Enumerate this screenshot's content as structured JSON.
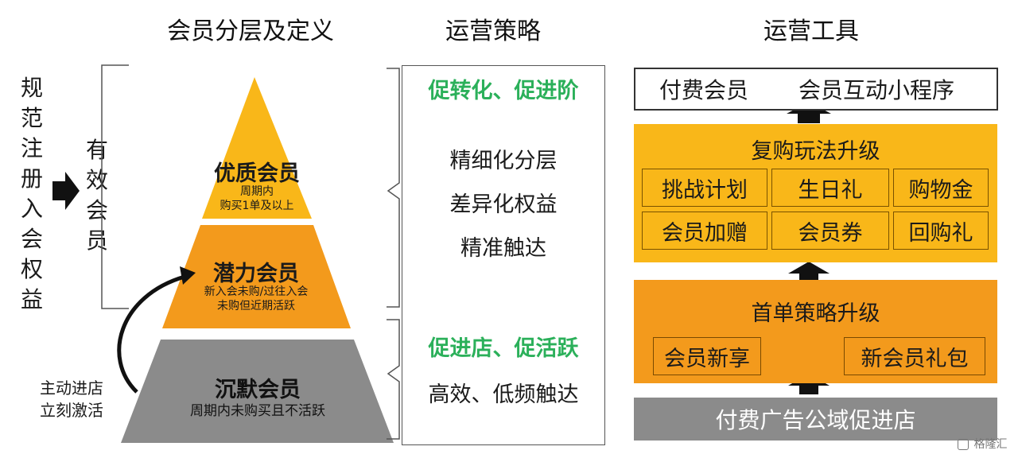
{
  "headers": {
    "tiers": "会员分层及定义",
    "strategy": "运营策略",
    "tools": "运营工具"
  },
  "left": {
    "register": "规范注册入会权益",
    "effective": "有效会员"
  },
  "pyramid": {
    "top_title": "优质会员",
    "top_sub1": "周期内",
    "top_sub2": "购买1单及以上",
    "mid_title": "潜力会员",
    "mid_sub1": "新入会未购/过往入会",
    "mid_sub2": "未购但近期活跃",
    "bottom_title": "沉默会员",
    "bottom_sub": "周期内未购买且不活跃",
    "activate_1": "主动进店",
    "activate_2": "立刻激活"
  },
  "strategy": {
    "upper_green": "促转化、促进阶",
    "items": [
      "精细化分层",
      "差异化权益",
      "精准触达"
    ],
    "lower_green": "促进店、促活跃",
    "lower_item": "高效、低频触达"
  },
  "tools": {
    "top_left": "付费会员",
    "top_right": "会员互动小程序",
    "repurchase_title": "复购玩法升级",
    "repurchase_cells": [
      "挑战计划",
      "生日礼",
      "购物金",
      "会员加赠",
      "会员券",
      "回购礼"
    ],
    "first_order_title": "首单策略升级",
    "first_order_cells": [
      "会员新享",
      "新会员礼包"
    ],
    "bottom": "付费广告公域促进店"
  },
  "watermark": "格隆汇",
  "colors": {
    "pyramid_top": "#f9b719",
    "pyramid_mid": "#f39a1c",
    "pyramid_bottom": "#8b8b8b",
    "green_text": "#2bb05a"
  }
}
